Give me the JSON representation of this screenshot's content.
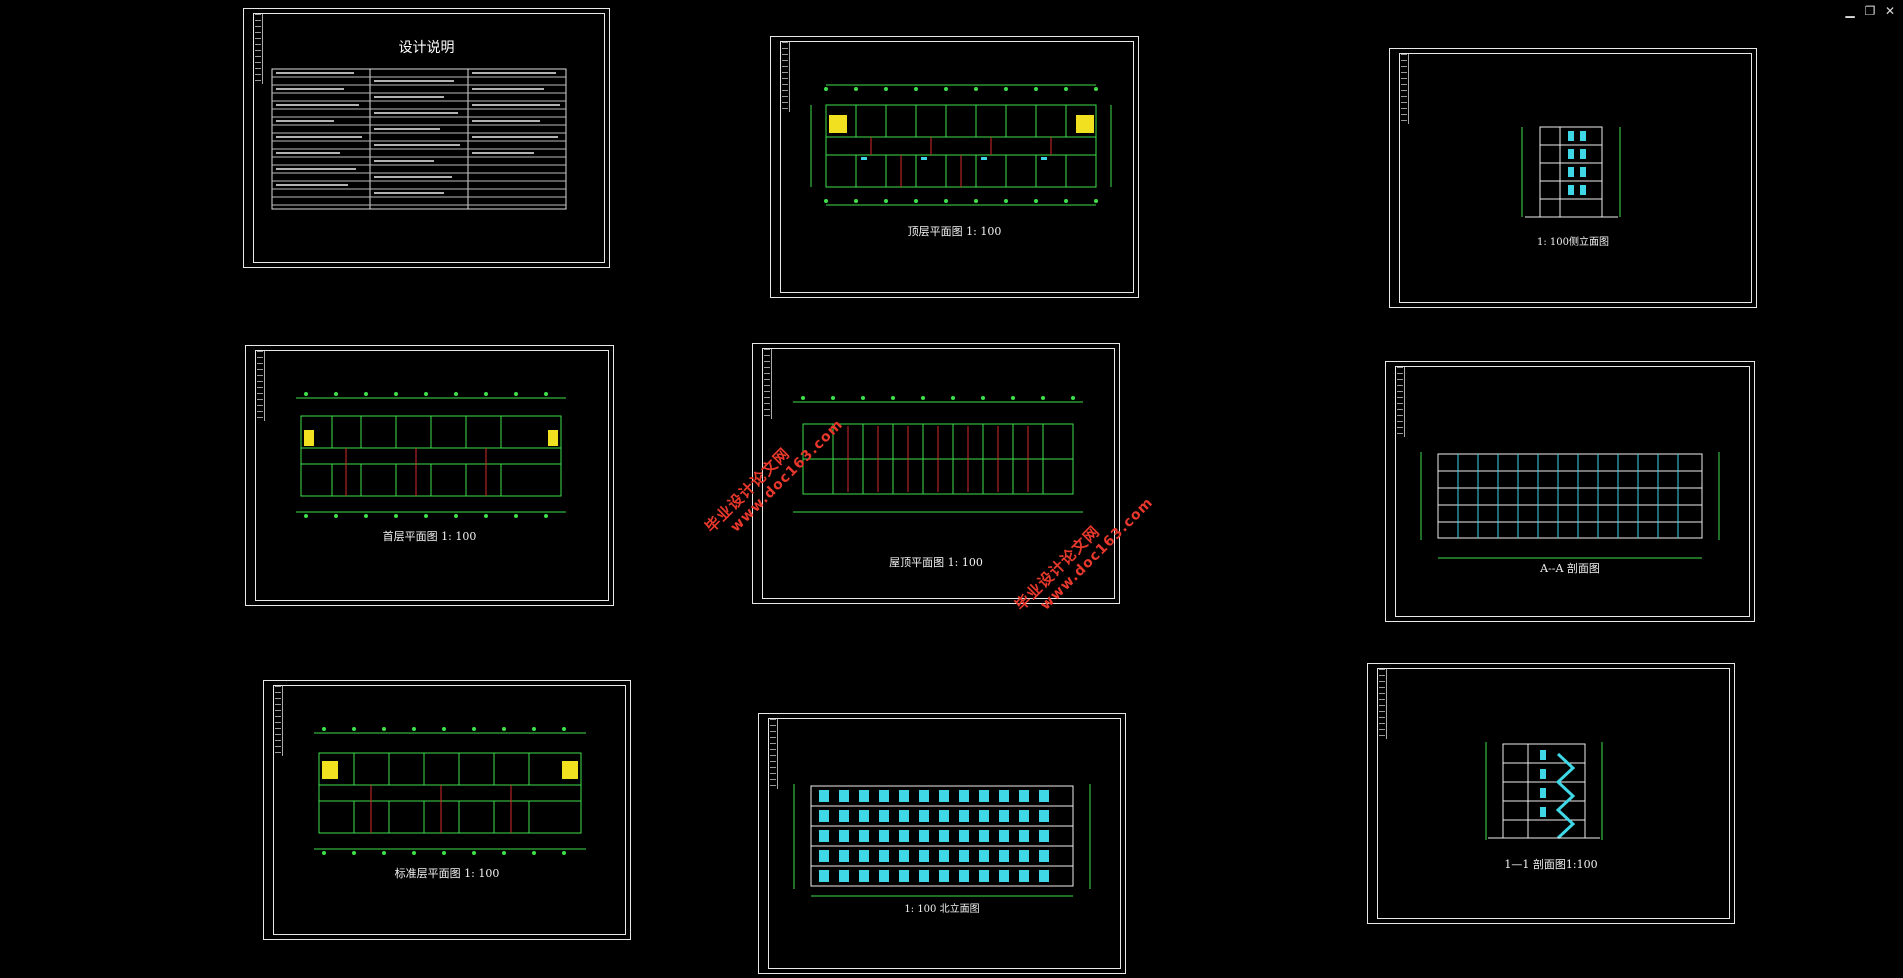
{
  "window": {
    "controls": [
      "minimize-icon",
      "restore-icon",
      "close-icon"
    ],
    "control_glyphs": [
      "▁",
      "❐",
      "✕"
    ]
  },
  "sheets": {
    "design_notes": {
      "title": "设计说明"
    },
    "top_floor_plan": {
      "caption": "顶层平面图 1: 100"
    },
    "side_elevation": {
      "caption": "1: 100侧立面图"
    },
    "ground_floor_plan": {
      "caption": "首层平面图 1: 100"
    },
    "roof_plan": {
      "caption": "屋顶平面图 1: 100"
    },
    "section_aa": {
      "caption": "A--A 剖面图"
    },
    "standard_floor_plan": {
      "caption": "标准层平面图 1: 100"
    },
    "north_elevation": {
      "caption": "1: 100 北立面图"
    },
    "section_11": {
      "caption": "1—1 剖面图1:100"
    }
  },
  "watermarks": [
    {
      "line1": "毕业设计论文网",
      "line2": "www.doc163.com"
    },
    {
      "line1": "毕业设计论文网",
      "line2": "www.doc163.com"
    }
  ],
  "colors": {
    "background": "#000000",
    "frame": "#e8e8e8",
    "plan_green": "#3ee04a",
    "cyan": "#3fd6e6",
    "red": "#d62b2b",
    "yellow": "#f0e020",
    "watermark": "#e8382c"
  }
}
